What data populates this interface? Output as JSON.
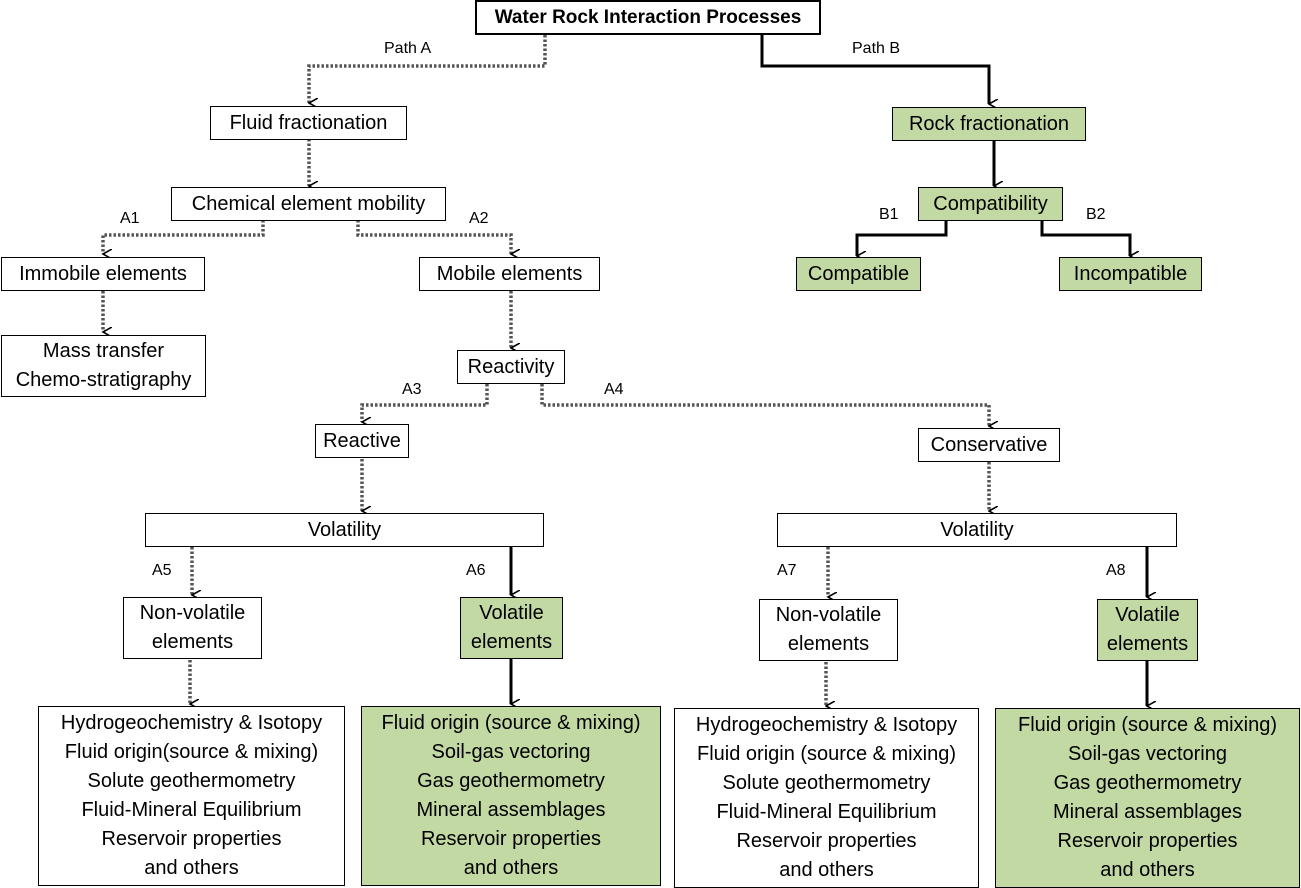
{
  "title": "Water Rock Interaction Processes",
  "path_labels": {
    "a": "Path A",
    "b": "Path B",
    "a1": "A1",
    "a2": "A2",
    "a3": "A3",
    "a4": "A4",
    "a5": "A5",
    "a6": "A6",
    "a7": "A7",
    "a8": "A8",
    "b1": "B1",
    "b2": "B2"
  },
  "nodes": {
    "fluid_fractionation": "Fluid fractionation",
    "rock_fractionation": "Rock fractionation",
    "chemical_element_mobility": "Chemical element mobility",
    "compatibility": "Compatibility",
    "compatible": "Compatible",
    "incompatible": "Incompatible",
    "immobile_elements": "Immobile elements",
    "mobile_elements": "Mobile elements",
    "mass_transfer": [
      "Mass transfer",
      "Chemo-stratigraphy"
    ],
    "reactivity": "Reactivity",
    "reactive": "Reactive",
    "conservative": "Conservative",
    "volatility_left": "Volatility",
    "volatility_right": "Volatility",
    "nonvolatile_a5": [
      "Non-volatile",
      "elements"
    ],
    "volatile_a6": [
      "Volatile",
      "elements"
    ],
    "nonvolatile_a7": [
      "Non-volatile",
      "elements"
    ],
    "volatile_a8": [
      "Volatile",
      "elements"
    ],
    "outcomes_a5": [
      "Hydrogeochemistry & Isotopy",
      "Fluid origin(source & mixing)",
      "Solute geothermometry",
      "Fluid-Mineral Equilibrium",
      "Reservoir properties",
      "and others"
    ],
    "outcomes_a6": [
      "Fluid origin (source & mixing)",
      "Soil-gas vectoring",
      "Gas geothermometry",
      "Mineral assemblages",
      "Reservoir properties",
      "and others"
    ],
    "outcomes_a7": [
      "Hydrogeochemistry & Isotopy",
      "Fluid origin (source & mixing)",
      "Solute geothermometry",
      "Fluid-Mineral Equilibrium",
      "Reservoir properties",
      "and others"
    ],
    "outcomes_a8": [
      "Fluid origin (source & mixing)",
      "Soil-gas vectoring",
      "Gas geothermometry",
      "Mineral assemblages",
      "Reservoir properties",
      "and others"
    ]
  },
  "colors": {
    "highlight_fill": "#c3d9a3",
    "border": "#000000",
    "dotted_arrow": "#555555"
  }
}
